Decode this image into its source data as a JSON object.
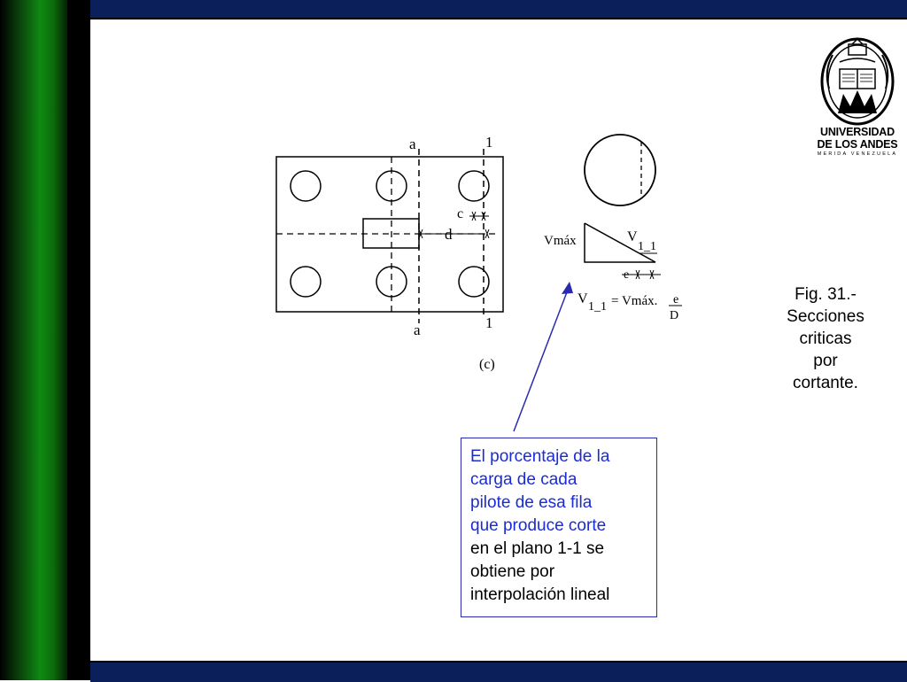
{
  "logo": {
    "name_line1": "UNIVERSIDAD",
    "name_line2": "DE LOS ANDES",
    "subtitle": "MERIDA VENEZUELA"
  },
  "caption": {
    "line1": "Fig. 31.-",
    "line2": "Secciones",
    "line3": "criticas",
    "line4": "por",
    "line5": "cortante."
  },
  "diagram": {
    "label_a_top": "a",
    "label_a_bottom": "a",
    "label_1_top": "1",
    "label_1_bottom": "1",
    "label_c": "c",
    "label_d": "d",
    "label_panel": "(c)",
    "label_vmax": "Vmáx",
    "label_v11": "V",
    "label_v11_sub": "1_1",
    "label_e": "e",
    "formula_v": "V",
    "formula_sub": "1_1",
    "formula_rhs": "= Vmáx.",
    "formula_num": "e",
    "formula_den": "D"
  },
  "note": {
    "blue_lines": [
      "El porcentaje de la",
      "carga de cada",
      "pilote de esa fila",
      "que produce corte"
    ],
    "black_lines": [
      "en el plano 1-1 se",
      "obtiene por",
      "interpolación lineal"
    ]
  },
  "colors": {
    "navy_band": "#0b1f5a",
    "green_bar": "#0f8a12",
    "note_blue": "#1a2bd8",
    "arrow_blue": "#2a2ab0"
  }
}
